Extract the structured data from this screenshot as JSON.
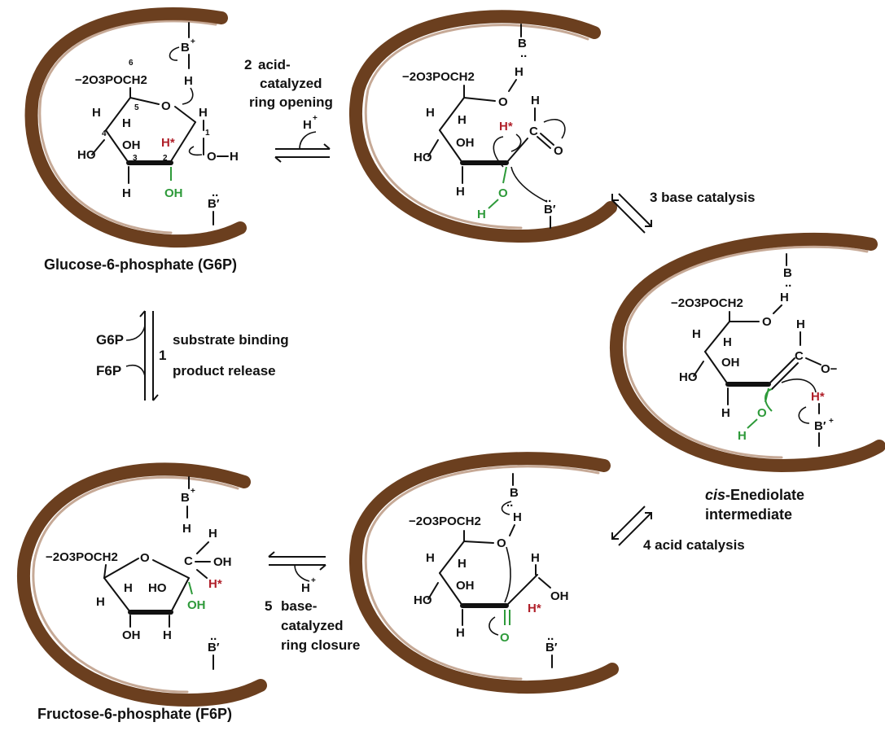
{
  "colors": {
    "enzyme": "#6b3f1f",
    "highlight_red": "#b0202a",
    "highlight_green": "#2e9a3a"
  },
  "captions": {
    "g6p": "Glucose-6-phosphate (G6P)",
    "f6p": "Fructose-6-phosphate (F6P)",
    "enediolate_em": "cis",
    "enediolate_rest": "-Enediolate",
    "enediolate_line2": "intermediate"
  },
  "steps": {
    "s1_num": "1",
    "s1_top": "substrate binding",
    "s1_bot": "product release",
    "s1_in": "G6P",
    "s1_out": "F6P",
    "s2_num": "2",
    "s2_l1": "acid-",
    "s2_l2": "catalyzed",
    "s2_l3": "ring opening",
    "s3": "3 base catalysis",
    "s4": "4 acid catalysis",
    "s5_num": "5",
    "s5_l1": "base-",
    "s5_l2": "catalyzed",
    "s5_l3": "ring closure",
    "proton": "H",
    "plus": "+"
  },
  "atoms": {
    "phos": "−2O3POCH2",
    "B": "B",
    "Bp": "B′",
    "H": "H",
    "Hstar": "H*",
    "O": "O",
    "OH": "OH",
    "HO": "HO",
    "C": "C",
    "Ominus": "O−",
    "n1": "1",
    "n2": "2",
    "n3": "3",
    "n4": "4",
    "n5": "5",
    "n6": "6"
  }
}
